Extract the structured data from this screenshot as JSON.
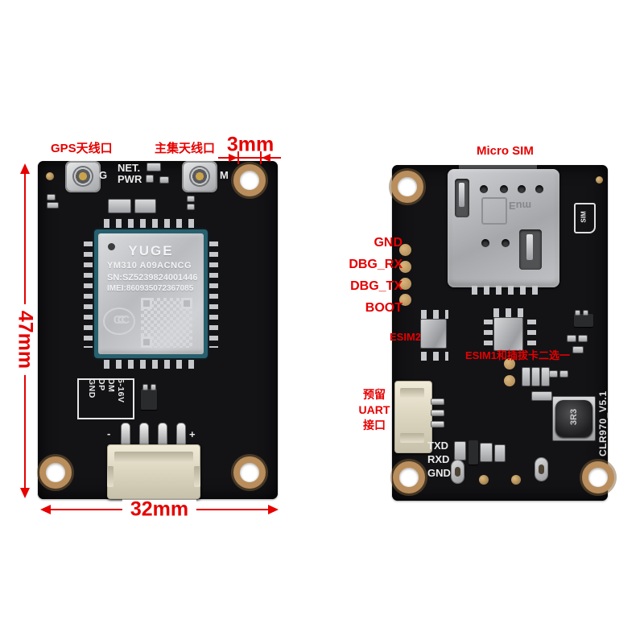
{
  "colors": {
    "annotation_red": "#e60000",
    "pcb_black": "#131316",
    "silkscreen_white": "#ebebeb"
  },
  "annotations": {
    "gps_antenna_label": "GPS天线口",
    "main_antenna_label": "主集天线口",
    "hole_diameter": "3mm",
    "micro_sim_label": "Micro SIM",
    "board_height": "47mm",
    "board_width": "32mm",
    "test_pads": [
      "GND",
      "DBG_RX",
      "DBG_TX",
      "BOOT"
    ],
    "esim2_label": "ESIM2",
    "esim1_label": "ESIM1和插拔卡二选一",
    "uart_label_lines": [
      "预留",
      "UART",
      "接口"
    ]
  },
  "front": {
    "gps_port_label": "G",
    "main_port_label": "M",
    "net_led_label": "NET.",
    "pwr_led_label": "PWR",
    "module": {
      "brand": "YUGE",
      "model": "YM310 A09ACNCG",
      "serial": "SN:SZ5239824001446",
      "imei": "IMEI:860935072367085",
      "cert_mark": "CCC"
    },
    "power_silkscreen": [
      "5-16V",
      "DM",
      "DP",
      "GND"
    ],
    "plus_mark": "+",
    "minus_mark": "-"
  },
  "back": {
    "sim_card_silkscreen": "SIM",
    "holder_engraving": "muƎ",
    "uart_silkscreen": [
      "TXD",
      "RXD",
      "GND"
    ],
    "inductor_value": "3R3",
    "board_revision": "CLR970_V5.1"
  }
}
